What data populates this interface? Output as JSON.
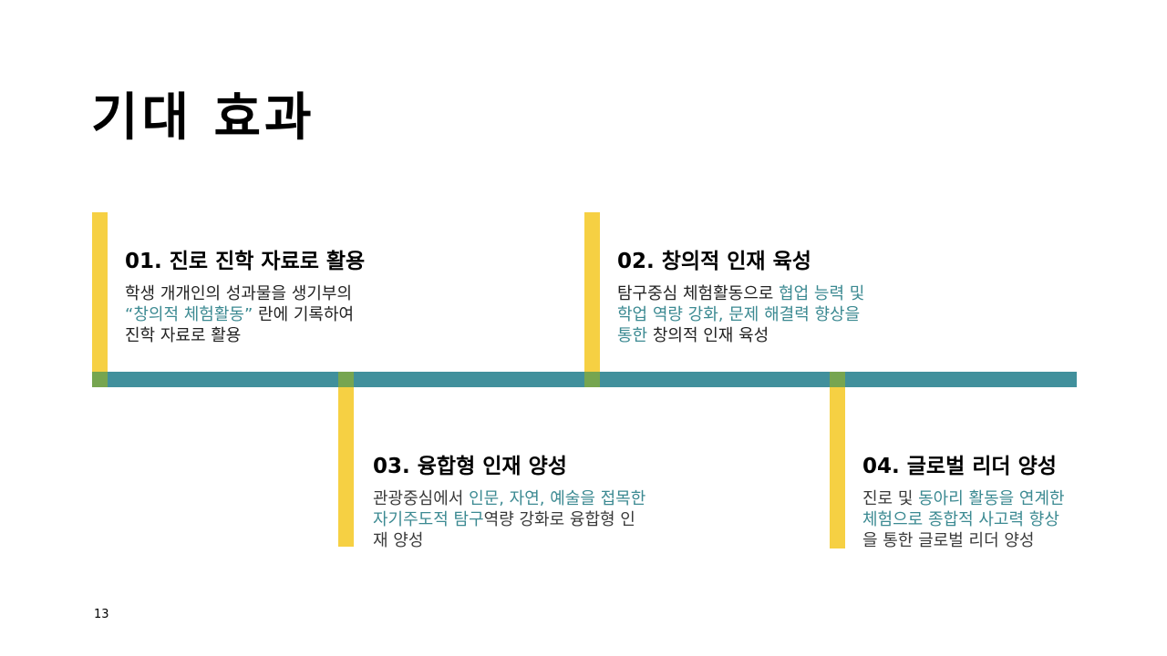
{
  "title": "기대 효과",
  "page_number": "13",
  "colors": {
    "yellow": "#F6D043",
    "teal": "#41909C",
    "overlap_green": "#76A550",
    "highlight_text": "#3C8A92"
  },
  "items": [
    {
      "heading": "01. 진로 진학 자료로 활용",
      "lines": [
        [
          {
            "t": "학생 개개인의 성과물을 생기부의",
            "hl": false
          }
        ],
        [
          {
            "t": "“창의적 체험활동”",
            "hl": true
          },
          {
            "t": " 란에  기록하여",
            "hl": false
          }
        ],
        [
          {
            "t": "진학 자료로 활용",
            "hl": false
          }
        ]
      ]
    },
    {
      "heading": "02. 창의적 인재 육성",
      "lines": [
        [
          {
            "t": "탐구중심 체험활동으로 ",
            "hl": false
          },
          {
            "t": "협업 능력 및",
            "hl": true
          }
        ],
        [
          {
            "t": "학업 역량 강화, 문제 해결력 향상을",
            "hl": true
          }
        ],
        [
          {
            "t": "통한",
            "hl": true
          },
          {
            "t": " 창의적 인재 육성",
            "hl": false
          }
        ]
      ]
    },
    {
      "heading": "03. 융합형 인재 양성",
      "lines": [
        [
          {
            "t": "관광중심에서 ",
            "hl": false
          },
          {
            "t": "인문, 자연, 예술을 접목한",
            "hl": true
          }
        ],
        [
          {
            "t": "자기주도적 탐구",
            "hl": true
          },
          {
            "t": "역량 강화로 융합형 인",
            "hl": false
          }
        ],
        [
          {
            "t": "재 양성",
            "hl": false
          }
        ]
      ]
    },
    {
      "heading": "04. 글로벌 리더 양성",
      "lines": [
        [
          {
            "t": "진로 및 ",
            "hl": false
          },
          {
            "t": "동아리 활동을 연계한",
            "hl": true
          }
        ],
        [
          {
            "t": "체험으로 종합적 사고력 향상",
            "hl": true
          }
        ],
        [
          {
            "t": "을 통한 글로벌 리더 양성",
            "hl": false
          }
        ]
      ]
    }
  ]
}
